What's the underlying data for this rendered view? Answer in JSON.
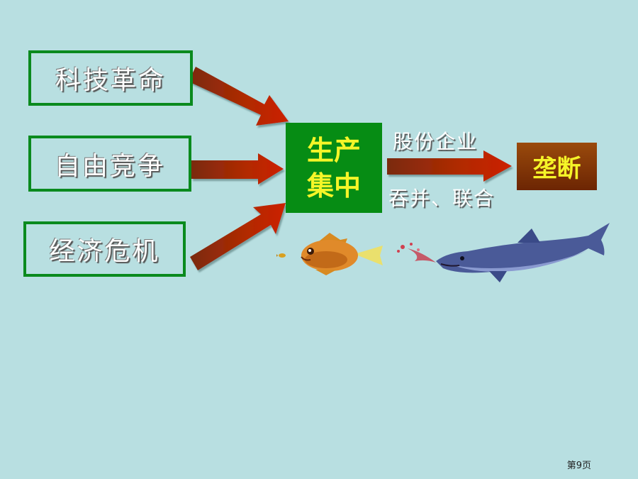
{
  "causes": [
    {
      "label": "科技革命"
    },
    {
      "label": "自由竞争"
    },
    {
      "label": "经济危机"
    }
  ],
  "center": {
    "line1": "生产",
    "line2": "集中"
  },
  "connector": {
    "top_label": "股份企业",
    "bottom_label": "吞并、联合"
  },
  "result": {
    "label": "垄断"
  },
  "illustration": {
    "small_fish": "fish-icon",
    "big_fish": "shark-icon"
  },
  "footer": {
    "page": "第9页"
  },
  "colors": {
    "background": "#b8dfe1",
    "box_border": "#0a8a1e",
    "center_fill": "#068c14",
    "highlight_text": "#f5f528",
    "monopoly_fill": "#7a2e05",
    "arrow": "#b02a00"
  }
}
